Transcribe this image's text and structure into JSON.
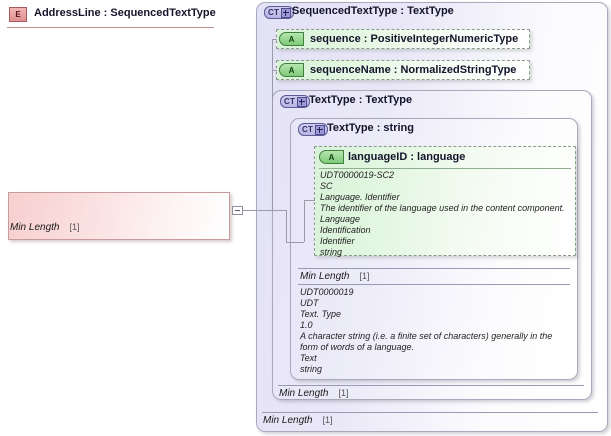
{
  "diagram": {
    "type": "xsd-schema-diagram",
    "element": {
      "badge": "E",
      "label": "AddressLine : SequencedTextType",
      "facets": [
        {
          "name": "Min Length",
          "value": "[1]"
        }
      ]
    },
    "complex_types": [
      {
        "badge": "CT",
        "label": "SequencedTextType : TextType",
        "attributes": [
          {
            "badge": "A",
            "label": "sequence : PositiveIntegerNumericType"
          },
          {
            "badge": "A",
            "label": "sequenceName : NormalizedStringType"
          }
        ],
        "facets": [
          {
            "name": "Min Length",
            "value": "[1]"
          }
        ]
      },
      {
        "badge": "CT",
        "label": "TextType : TextType",
        "facets": [
          {
            "name": "Min Length",
            "value": "[1]"
          }
        ]
      },
      {
        "badge": "CT",
        "label": "TextType : string",
        "facets": [
          {
            "name": "Min Length",
            "value": "[1]"
          }
        ],
        "documentation": [
          "UDT0000019",
          "UDT",
          "Text. Type",
          "1.0",
          "A character string (i.e. a finite set of characters) generally in the form of words of a language.",
          "Text",
          "string"
        ]
      }
    ],
    "language_attribute": {
      "badge": "A",
      "label": "languageID : language",
      "documentation": [
        "UDT0000019-SC2",
        "SC",
        "Language. Identifier",
        "The identifier of the language used in the content component.",
        "Language",
        "Identification",
        "Identifier",
        "string"
      ]
    },
    "collapse_control": "minus"
  },
  "colors": {
    "element_fill": "#f7cfcf",
    "element_badge": "#e08f8f",
    "complextype_fill": "#e3e1f5",
    "complextype_badge": "#b9b4e4",
    "attribute_fill": "#d8f2d8",
    "attribute_badge": "#7fca79",
    "border": "#a9a9bb"
  }
}
